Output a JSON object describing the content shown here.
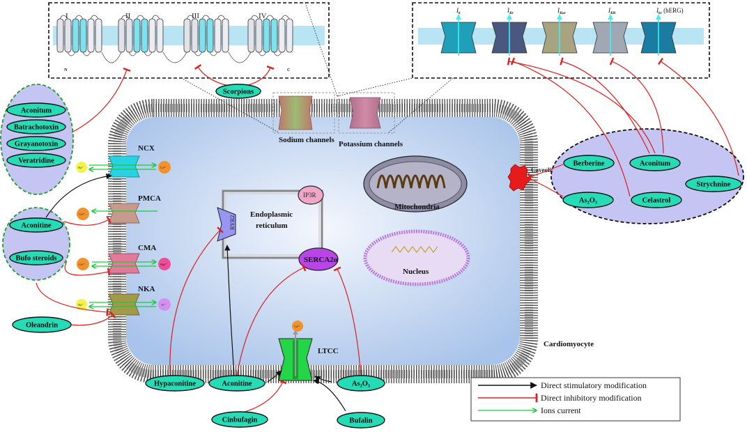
{
  "labels": {
    "cell": "Cardiomyocyte",
    "sodium_channels": "Sodium channels",
    "potassium_channels": "Potassium channels",
    "caveolin": "Caveolin-1",
    "mitochondria": "Mitochondria",
    "nucleus": "Nucleus",
    "er_line1": "Endoplasmic",
    "er_line2": "reticulum",
    "ip3r": "IP3R",
    "ryr2": "RYR2",
    "serca": "SERCA2α",
    "ltcc": "LTCC",
    "ncx": "NCX",
    "pmca": "PMCA",
    "cma": "CMA",
    "nka": "NKA"
  },
  "na_domains": [
    "I",
    "II",
    "III",
    "IV"
  ],
  "na_termini": {
    "n": "N",
    "c": "C"
  },
  "k_channels": [
    {
      "main": "I",
      "sub": "k",
      "extra": ""
    },
    {
      "main": "I",
      "sub": "Kr",
      "extra": ""
    },
    {
      "main": "I",
      "sub": "Kur",
      "extra": ""
    },
    {
      "main": "I",
      "sub": "KB",
      "extra": ""
    },
    {
      "main": "I",
      "sub": "kr",
      "extra": " (hERG)"
    }
  ],
  "ions": {
    "na": "Na⁺",
    "ca": "Ca²⁺",
    "mg": "Mg²⁺",
    "k": "K⁺"
  },
  "toxins": {
    "left_group": [
      "Aconitum",
      "Batrachotoxin",
      "Grayanotoxin",
      "Veratridine"
    ],
    "scorpions": "Scorpions",
    "aconitine_left": "Aconitine",
    "bufo": "Bufo steroids",
    "oleandrin": "Oleandrin",
    "hypaconitine": "Hypaconitine",
    "aconitine_bottom": "Aconitine",
    "cinbufagin": "Cinbufagin",
    "as2o3_bottom": "As₂O₃",
    "bufalin": "Bufalin",
    "berberine": "Berberine",
    "aconitum_right": "Aconitum",
    "strychnine": "Strychnine",
    "as2o3_right": "As₂O₃",
    "celastrol": "Celastrol"
  },
  "legend": {
    "stim": "Direct stimulatory modification",
    "inhib": "Direct inhibitory modification",
    "ions": "Ions current"
  },
  "colors": {
    "stim": "#111111",
    "inhib": "#e21b1b",
    "ion_current": "#19c93c",
    "toxin_fill": "#26dcb6",
    "cell_fill": "#aac8ec",
    "group_fill": "#c5c5f3"
  }
}
